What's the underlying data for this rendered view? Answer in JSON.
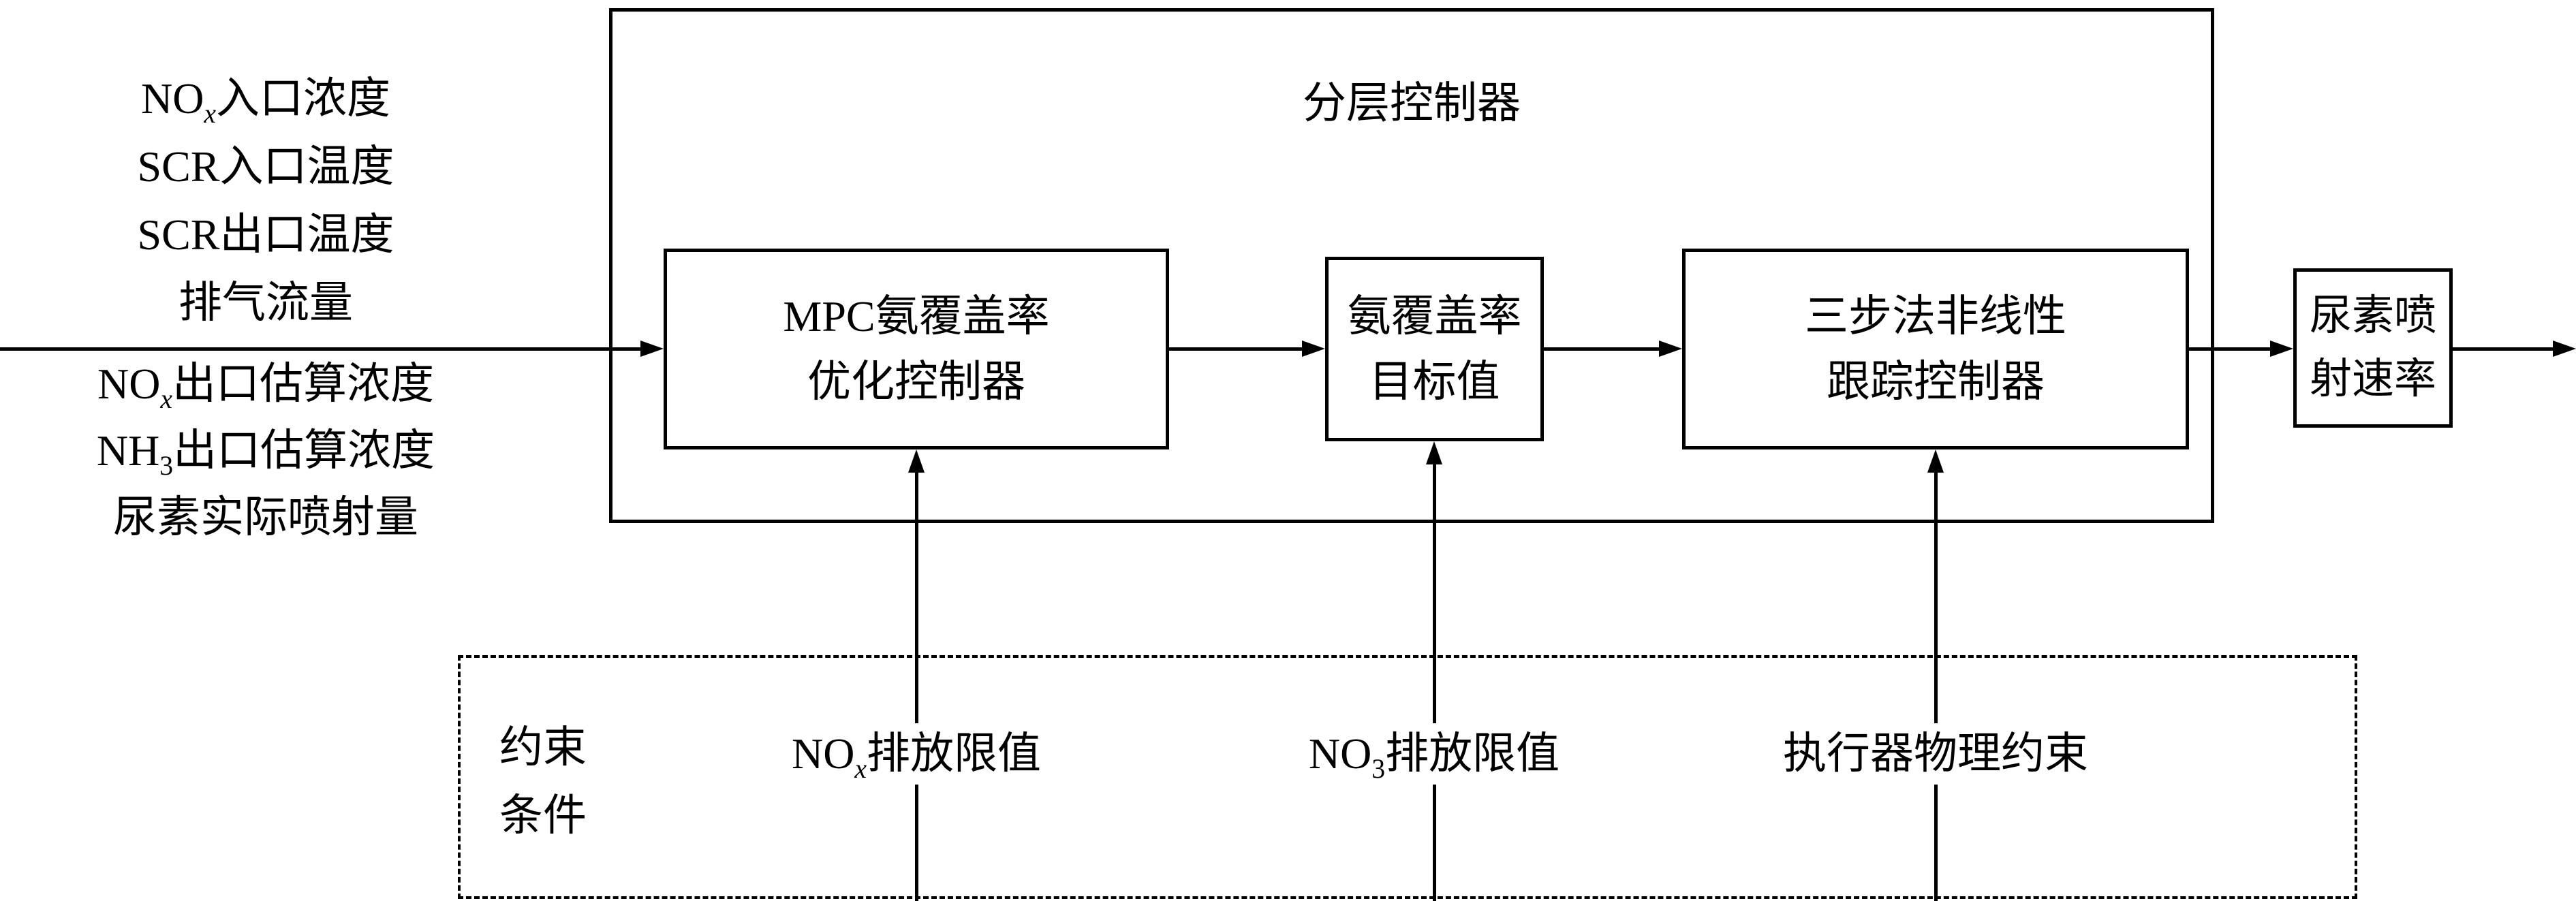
{
  "diagram": {
    "title": "分层控制器",
    "inputs_top": [
      {
        "pre": "NO",
        "sub": "x",
        "post": "入口浓度"
      },
      {
        "pre": "SCR",
        "sub": "",
        "post": "入口温度"
      },
      {
        "pre": "SCR",
        "sub": "",
        "post": "出口温度"
      },
      {
        "pre": "",
        "sub": "",
        "post": "排气流量"
      }
    ],
    "inputs_bottom": [
      {
        "pre": "NO",
        "sub": "x",
        "post": "出口估算浓度"
      },
      {
        "pre": "NH",
        "sub": "3",
        "post": "出口估算浓度"
      },
      {
        "pre": "",
        "sub": "",
        "post": "尿素实际喷射量"
      }
    ],
    "boxes": {
      "mpc": {
        "line1": "MPC氨覆盖率",
        "line2": "优化控制器"
      },
      "target": {
        "line1": "氨覆盖率",
        "line2": "目标值"
      },
      "tracking": {
        "line1": "三步法非线性",
        "line2": "跟踪控制器"
      },
      "output": {
        "line1": "尿素喷",
        "line2": "射速率"
      }
    },
    "constraints": {
      "label": {
        "line1": "约束",
        "line2": "条件"
      },
      "items": [
        {
          "pre": "NO",
          "sub": "x",
          "post": "排放限值"
        },
        {
          "pre": "NO",
          "sub": "3",
          "post": "排放限值"
        },
        {
          "pre": "",
          "sub": "",
          "post": "执行器物理约束"
        }
      ]
    },
    "colors": {
      "line": "#000000",
      "background": "#ffffff"
    }
  }
}
